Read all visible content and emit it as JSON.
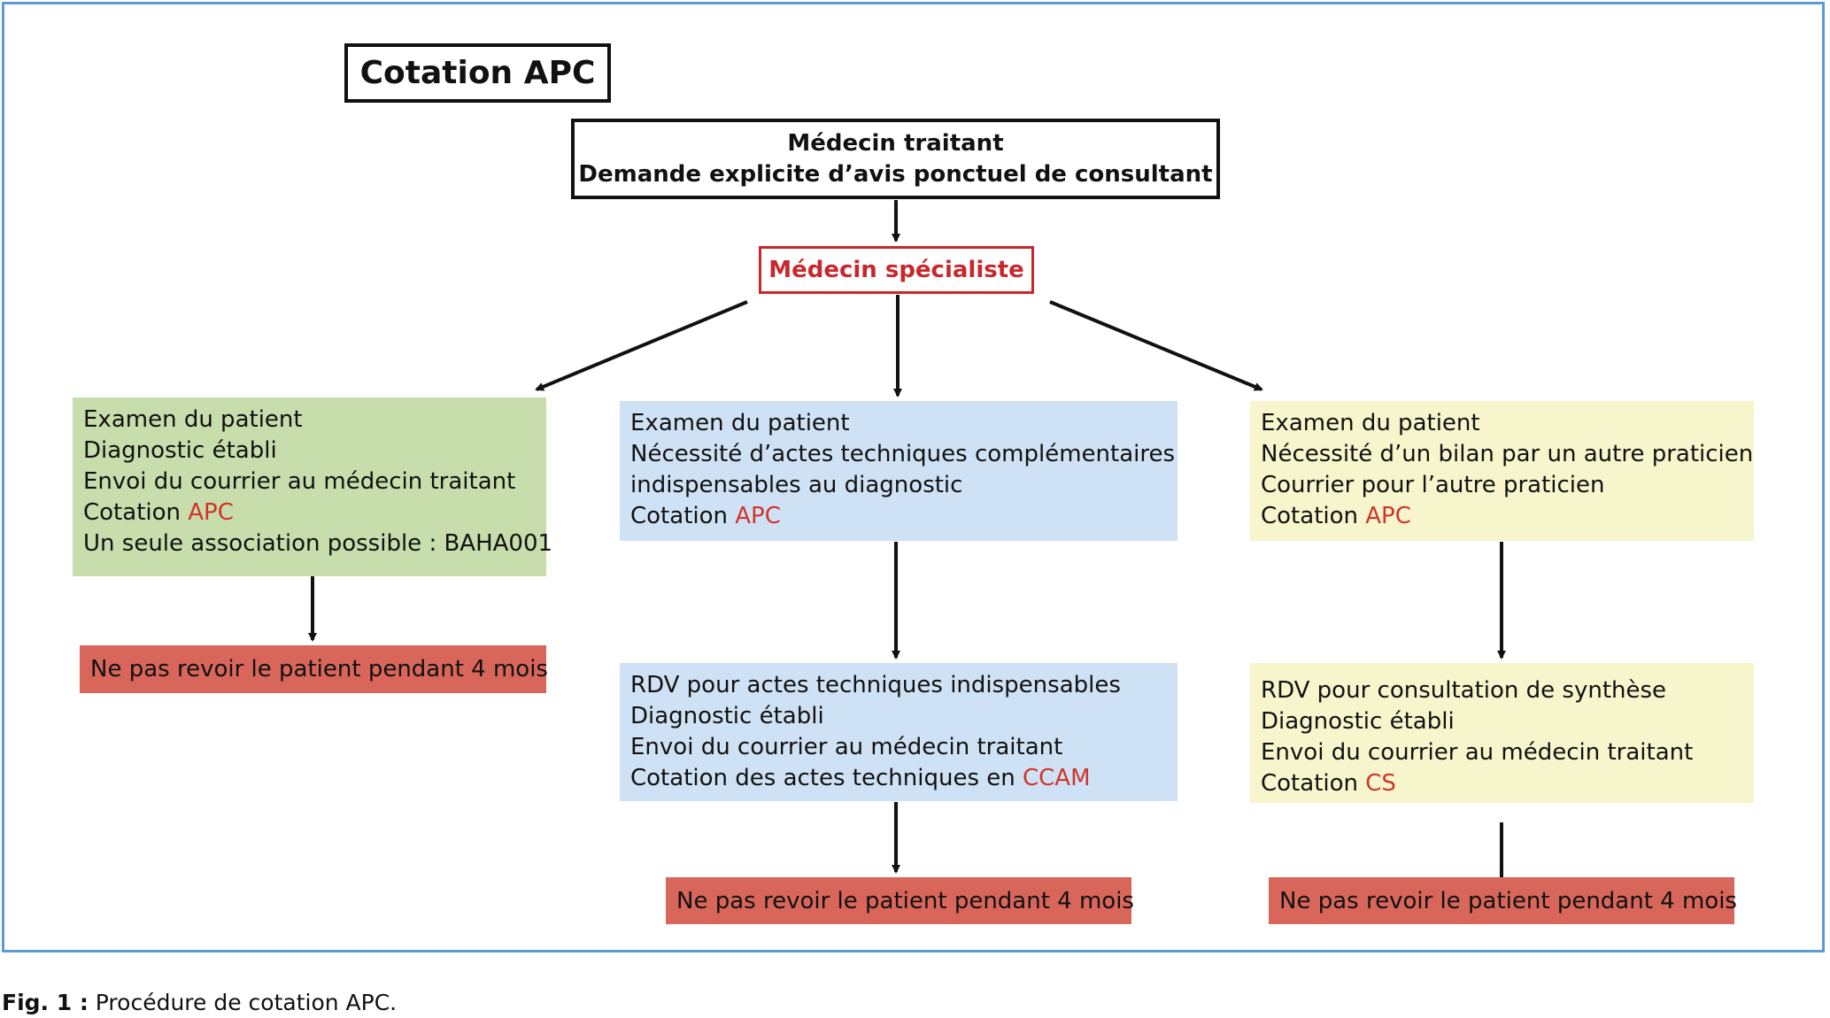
{
  "title": "Cotation APC",
  "top_box": {
    "line1": "Médecin traitant",
    "line2": "Demande explicite d’avis ponctuel de consultant"
  },
  "specialist": "Médecin spécialiste",
  "left_box": {
    "l1": "Examen du patient",
    "l2": "Diagnostic établi",
    "l3": "Envoi du courrier au médecin traitant",
    "l4_prefix": "Cotation ",
    "l4_code": "APC",
    "l5": "Un seule association possible : BAHA001"
  },
  "middle_box": {
    "l1": "Examen du patient",
    "l2": "Nécessité d’actes techniques complémentaires",
    "l3": "indispensables au diagnostic",
    "l4_prefix": "Cotation ",
    "l4_code": "APC"
  },
  "right_box": {
    "l1": "Examen du patient",
    "l2": "Nécessité d’un bilan par un autre praticien",
    "l3": "Courrier pour l’autre praticien",
    "l4_prefix": "Cotation ",
    "l4_code": "APC"
  },
  "middle_box2": {
    "l1": "RDV pour actes techniques indispensables",
    "l2": "Diagnostic établi",
    "l3": "Envoi du courrier au médecin traitant",
    "l4_prefix": "Cotation des actes techniques en ",
    "l4_code": "CCAM"
  },
  "right_box2": {
    "l1": "RDV pour consultation de synthèse",
    "l2": "Diagnostic établi",
    "l3": "Envoi du courrier au médecin traitant",
    "l4_prefix": "Cotation ",
    "l4_code": "CS"
  },
  "no_revisit_left": "Ne pas revoir le patient pendant  4 mois",
  "no_revisit_middle": "Ne pas revoir le patient pendant  4 mois",
  "no_revisit_right": "Ne pas revoir le patient pendant  4 mois",
  "caption": {
    "label": "Fig. 1 :",
    "text": " Procédure de cotation APC."
  },
  "colors": {
    "green": "#c7ddab",
    "blue": "#cfe2f5",
    "yellow": "#f7f5cb",
    "red_box": "#d9665a",
    "accent_red": "#d0342c",
    "frame_blue": "#5b9bd5"
  }
}
